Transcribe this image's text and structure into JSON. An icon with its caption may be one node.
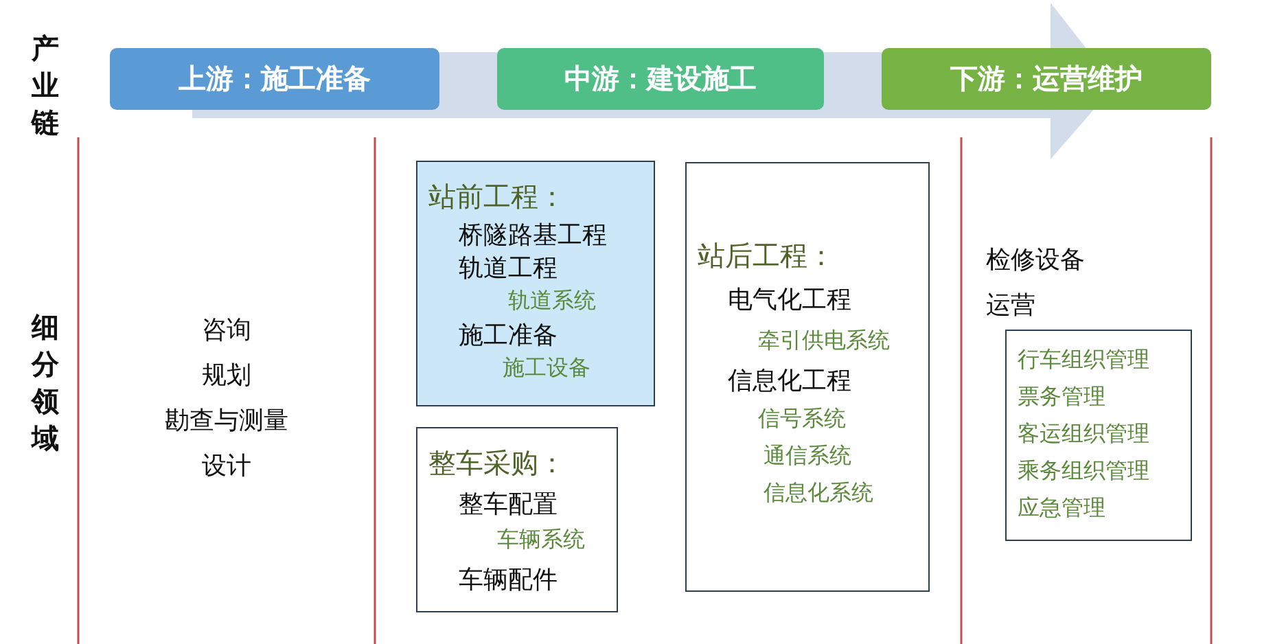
{
  "diagram": {
    "nodes": [
      {
        "text": [
          "上游：施工准备"
        ]
      },
      {
        "text": [
          "中游：建设施工"
        ]
      },
      {
        "text": [
          "下游：运营维护"
        ]
      },
      {
        "text": [
          "站前工程：",
          "桥隧路基工程",
          "轨道工程",
          "轨道系统",
          "施工准备",
          "施工设备"
        ]
      },
      {
        "text": [
          "整车采购：",
          "整车配置",
          "车辆系统",
          "车辆配件"
        ]
      },
      {
        "text": [
          "站后工程：",
          "电气化工程",
          "牵引供电系统",
          "信息化工程",
          "信号系统",
          "通信系统",
          "信息化系统"
        ]
      },
      {
        "text": [
          "行车组织管理",
          "票务管理",
          "客运组织管理",
          "乘务组织管理",
          "应急管理"
        ]
      }
    ],
    "labels": [
      "产业链",
      "细分领域",
      "咨询",
      "规划",
      "勘查与测量",
      "设计",
      "检修设备",
      "运营"
    ]
  }
}
